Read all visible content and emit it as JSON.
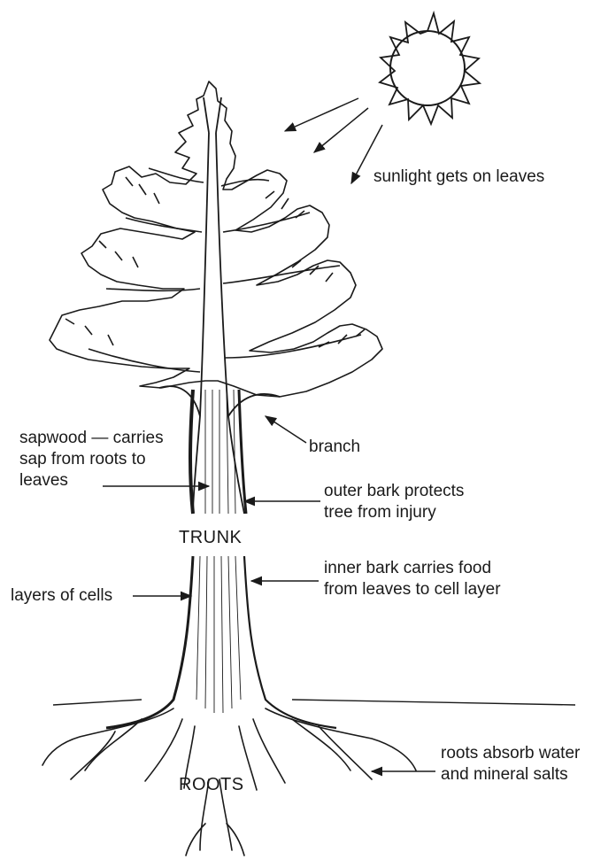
{
  "labels": {
    "sunlight": "sunlight gets on leaves",
    "sapwood": [
      "sapwood — carries",
      "sap from roots to",
      "leaves"
    ],
    "branch": "branch",
    "outer_bark": [
      "outer bark protects",
      "tree from injury"
    ],
    "trunk": "TRUNK",
    "inner_bark": [
      "inner bark carries food",
      "from leaves to cell layer"
    ],
    "cells": "layers of cells",
    "roots_absorb": [
      "roots absorb water",
      "and mineral salts"
    ],
    "roots": "ROOTS"
  }
}
